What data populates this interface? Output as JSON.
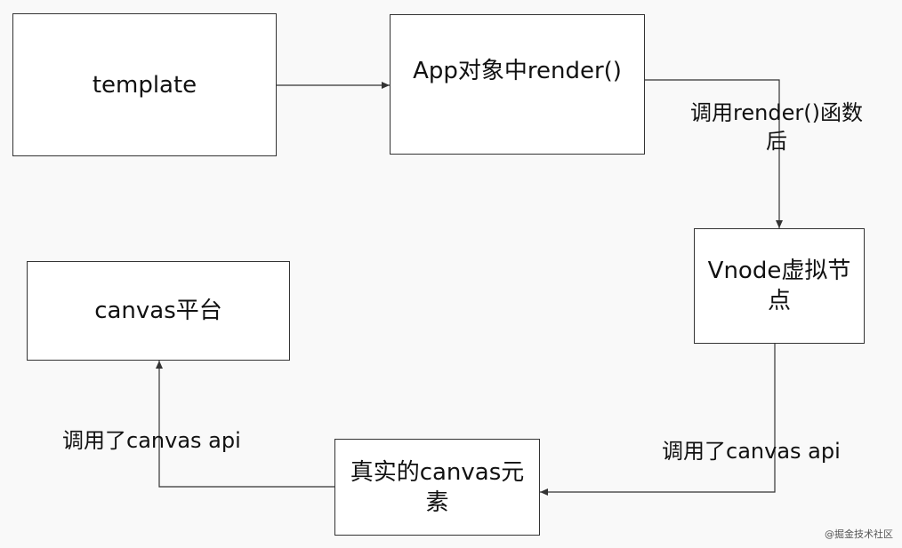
{
  "nodes": {
    "template": "template",
    "app_render": "App对象中render()",
    "vnode": "Vnode虚拟节点",
    "real_canvas": "真实的canvas元素",
    "canvas_platform": "canvas平台"
  },
  "edges": {
    "render_call": "调用render()函数后",
    "vnode_to_real": "调用了canvas api",
    "real_to_platform": "调用了canvas api"
  },
  "watermark": "@掘金技术社区",
  "colors": {
    "background": "#f9f9f9",
    "node_fill": "#ffffff",
    "stroke": "#333333",
    "text": "#111111"
  }
}
